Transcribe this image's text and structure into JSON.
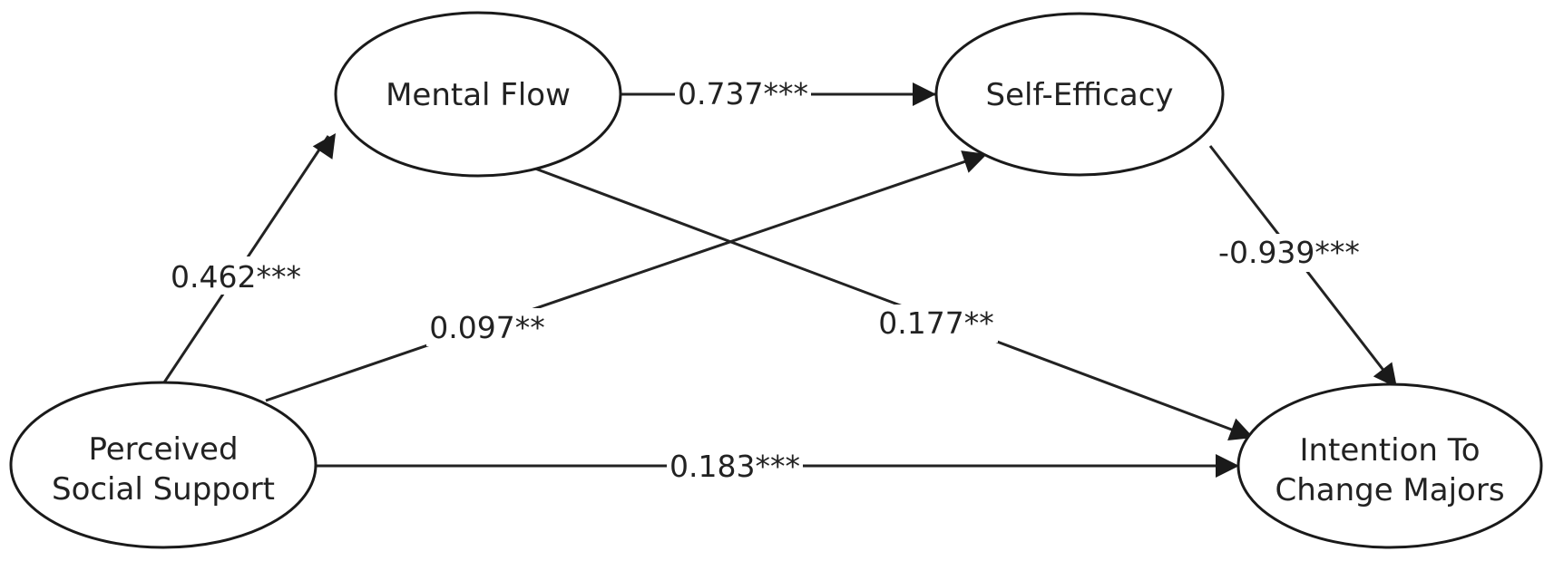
{
  "nodes": {
    "pss": {
      "lines": [
        "Perceived",
        "Social Support"
      ]
    },
    "mf": {
      "lines": [
        "Mental Flow"
      ]
    },
    "se": {
      "lines": [
        "Self-Efficacy"
      ]
    },
    "itc": {
      "lines": [
        "Intention To",
        "Change Majors"
      ]
    }
  },
  "edges": {
    "pss_mf": {
      "from": "pss",
      "to": "mf",
      "label": "0.462***"
    },
    "mf_se": {
      "from": "mf",
      "to": "se",
      "label": "0.737***"
    },
    "pss_se": {
      "from": "pss",
      "to": "se",
      "label": "0.097**"
    },
    "mf_itc": {
      "from": "mf",
      "to": "itc",
      "label": "0.177**"
    },
    "se_itc": {
      "from": "se",
      "to": "itc",
      "label": "-0.939***"
    },
    "pss_itc": {
      "from": "pss",
      "to": "itc",
      "label": "0.183***"
    }
  }
}
